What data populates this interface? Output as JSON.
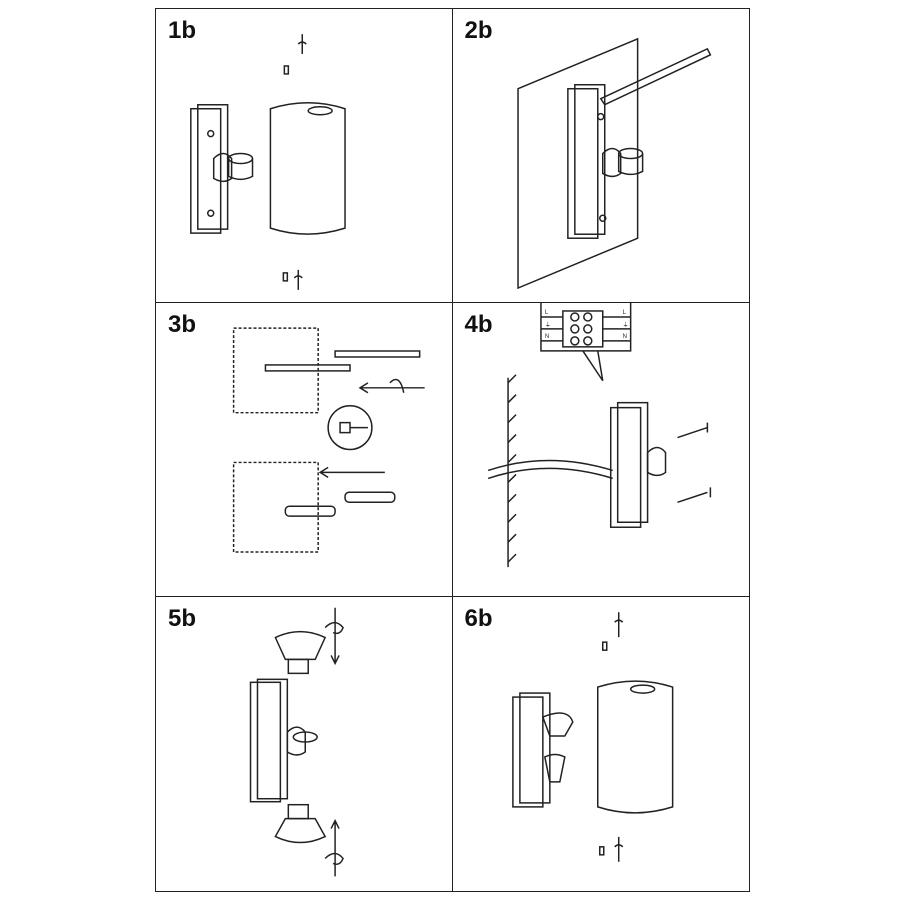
{
  "steps": [
    {
      "label": "1b"
    },
    {
      "label": "2b"
    },
    {
      "label": "3b"
    },
    {
      "label": "4b"
    },
    {
      "label": "5b"
    },
    {
      "label": "6b"
    }
  ],
  "terminal_block": {
    "labels": [
      "L",
      "⏚",
      "N",
      "L",
      "⏚",
      "N"
    ]
  }
}
